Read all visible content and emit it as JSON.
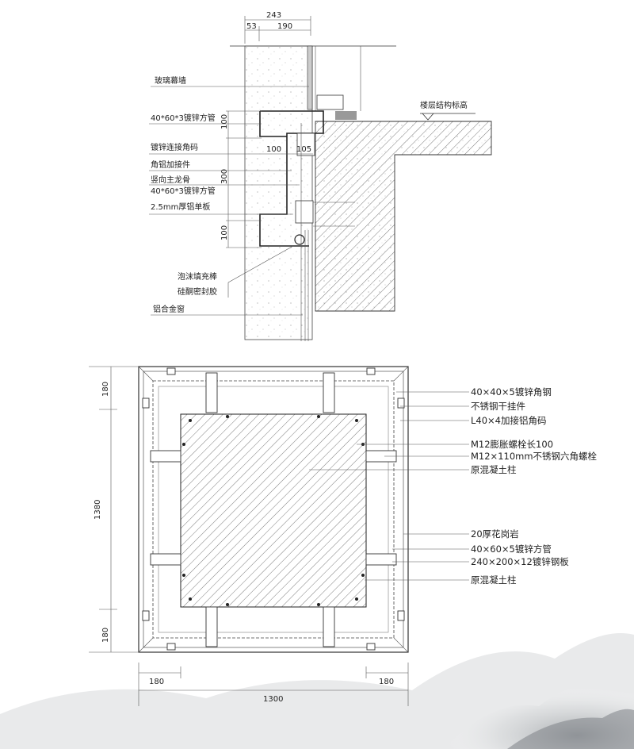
{
  "section_detail": {
    "dimensions": {
      "total": "243",
      "left": "53",
      "right": "190",
      "d100_top": "100",
      "d300": "300",
      "d100_bottom": "100",
      "h100": "100",
      "h105": "105"
    },
    "labels": [
      "玻璃幕墙",
      "40*60*3镀锌方管",
      "镀锌连接角码",
      "角铝加接件",
      "竖向主龙骨",
      "40*60*3镀锌方管",
      "2.5mm厚铝单板",
      "泡沫填充棒",
      "硅酮密封胶",
      "铝合金窗"
    ],
    "floor_level": "楼层结构标高"
  },
  "plan_detail": {
    "dimensions": {
      "height": "1380",
      "top": "180",
      "bottom": "180",
      "width": "1300",
      "left": "180",
      "right": "180"
    },
    "labels": [
      "40×40×5镀锌角钢",
      "不锈钢干挂件",
      "L40×4加接铝角码",
      "M12膨胀螺栓长100",
      "M12×110mm不锈钢六角螺栓",
      "原混凝土柱",
      "20厚花岗岩",
      "40×60×5镀锌方管",
      "240×200×12镀锌钢板",
      "原混凝土柱"
    ]
  }
}
